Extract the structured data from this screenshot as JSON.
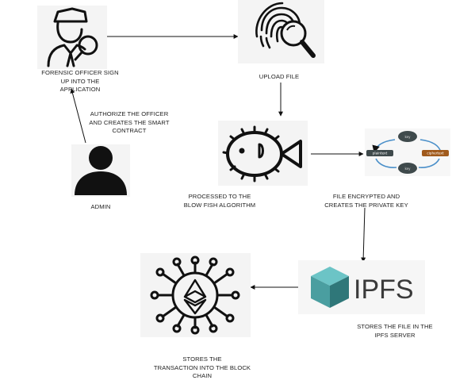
{
  "nodes": {
    "officer": {
      "label": "FORENSIC OFFICER  SIGN\nUP INTO THE\nAPPLICATION"
    },
    "upload": {
      "label": "UPLOAD FILE"
    },
    "admin": {
      "label": "ADMIN"
    },
    "authorize": {
      "label": "AUTHORIZE THE OFFICER\nAND CREATES THE SMART\nCONTRACT"
    },
    "blowfish": {
      "label": "PROCESSED TO THE\nBLOW FISH ALGORITHM"
    },
    "encrypt": {
      "label": "FILE  ENCRYPTED AND\nCREATES THE PRIVATE KEY",
      "plaintext": "plaintext",
      "ciphertext": "ciphertext",
      "key_top": "key",
      "key_bottom": "key"
    },
    "ipfs": {
      "logo_text": "IPFS",
      "label": "STORES THE FILE IN THE\nIPFS SERVER"
    },
    "blockchain": {
      "label": "STORES THE\nTRANSACTION INTO THE BLOCK\nCHAIN"
    }
  },
  "colors": {
    "line": "#111111",
    "ipfs_teal": "#4a9ea0",
    "ipfs_teal_light": "#6cc4c6",
    "ipfs_teal_dark": "#2f7779",
    "tile_bg": "#f4f4f4",
    "encrypt_dark": "#3f4a4c",
    "encrypt_blue": "#4a8fc9",
    "encrypt_orange": "#f2a23a"
  }
}
